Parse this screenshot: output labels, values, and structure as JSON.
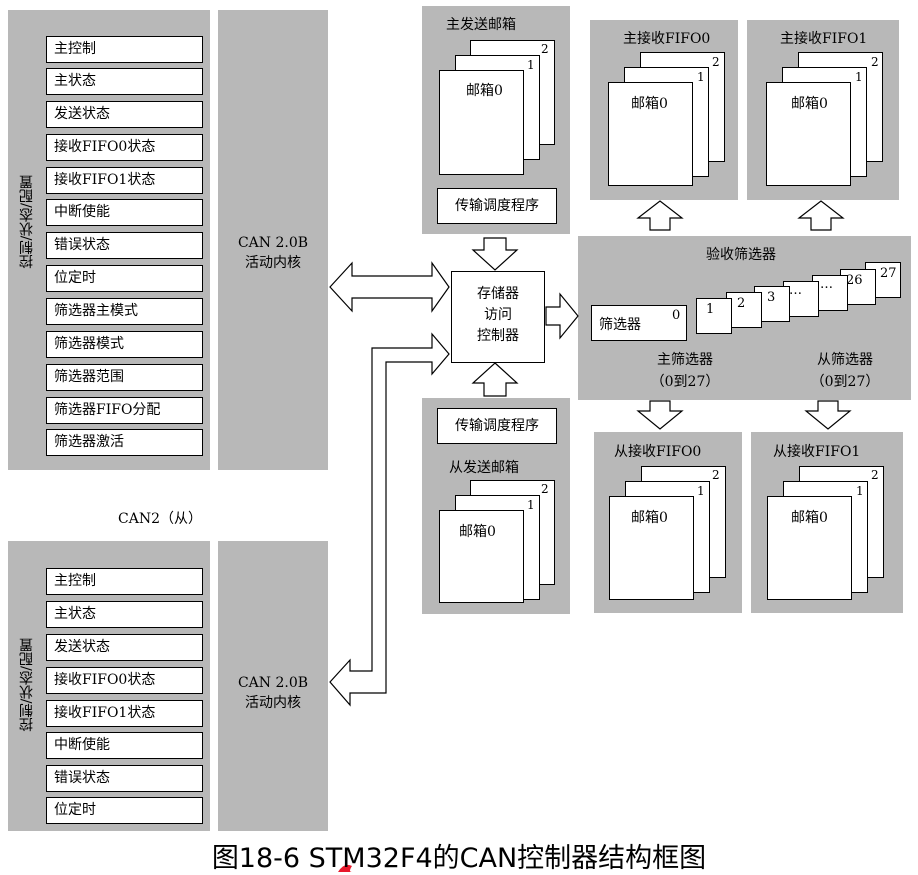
{
  "can1": {
    "side_label": "控制/状态/配置",
    "registers": [
      "主控制",
      "主状态",
      "发送状态",
      "接收FIFO0状态",
      "接收FIFO1状态",
      "中断使能",
      "错误状态",
      "位定时",
      "筛选器主模式",
      "筛选器模式",
      "筛选器范围",
      "筛选器FIFO分配",
      "筛选器激活"
    ],
    "core_line1": "CAN 2.0B",
    "core_line2": "活动内核"
  },
  "can2": {
    "label": "CAN2（从）",
    "side_label": "控制/状态/配置",
    "registers": [
      "主控制",
      "主状态",
      "发送状态",
      "接收FIFO0状态",
      "接收FIFO1状态",
      "中断使能",
      "错误状态",
      "位定时"
    ],
    "core_line1": "CAN 2.0B",
    "core_line2": "活动内核"
  },
  "master_tx": {
    "title": "主发送邮箱",
    "mailbox_label": "邮箱0",
    "card_numbers": [
      "2",
      "1"
    ],
    "scheduler": "传输调度程序"
  },
  "slave_tx": {
    "title": "从发送邮箱",
    "mailbox_label": "邮箱0",
    "card_numbers": [
      "2",
      "1"
    ],
    "scheduler": "传输调度程序"
  },
  "memory_controller": {
    "line1": "存储器",
    "line2": "访问",
    "line3": "控制器"
  },
  "master_fifo0": {
    "title": "主接收FIFO0",
    "mailbox_label": "邮箱0",
    "card_numbers": [
      "2",
      "1"
    ]
  },
  "master_fifo1": {
    "title": "主接收FIFO1",
    "mailbox_label": "邮箱0",
    "card_numbers": [
      "2",
      "1"
    ]
  },
  "slave_fifo0": {
    "title": "从接收FIFO0",
    "mailbox_label": "邮箱0",
    "card_numbers": [
      "2",
      "1"
    ]
  },
  "slave_fifo1": {
    "title": "从接收FIFO1",
    "mailbox_label": "邮箱0",
    "card_numbers": [
      "2",
      "1"
    ]
  },
  "filter_bank": {
    "title": "验收筛选器",
    "front_label": "筛选器",
    "card_numbers": [
      "0",
      "1",
      "2",
      "3",
      "…",
      "…",
      "26",
      "27"
    ],
    "master_line1": "主筛选器",
    "master_line2": "（0到27）",
    "slave_line1": "从筛选器",
    "slave_line2": "（0到27）"
  },
  "caption": "图18-6   STM32F4的CAN控制器结构框图",
  "colors": {
    "panel": "#b8b8b8",
    "box": "#ffffff",
    "stroke": "#000000",
    "watermark": "#e8192c"
  }
}
